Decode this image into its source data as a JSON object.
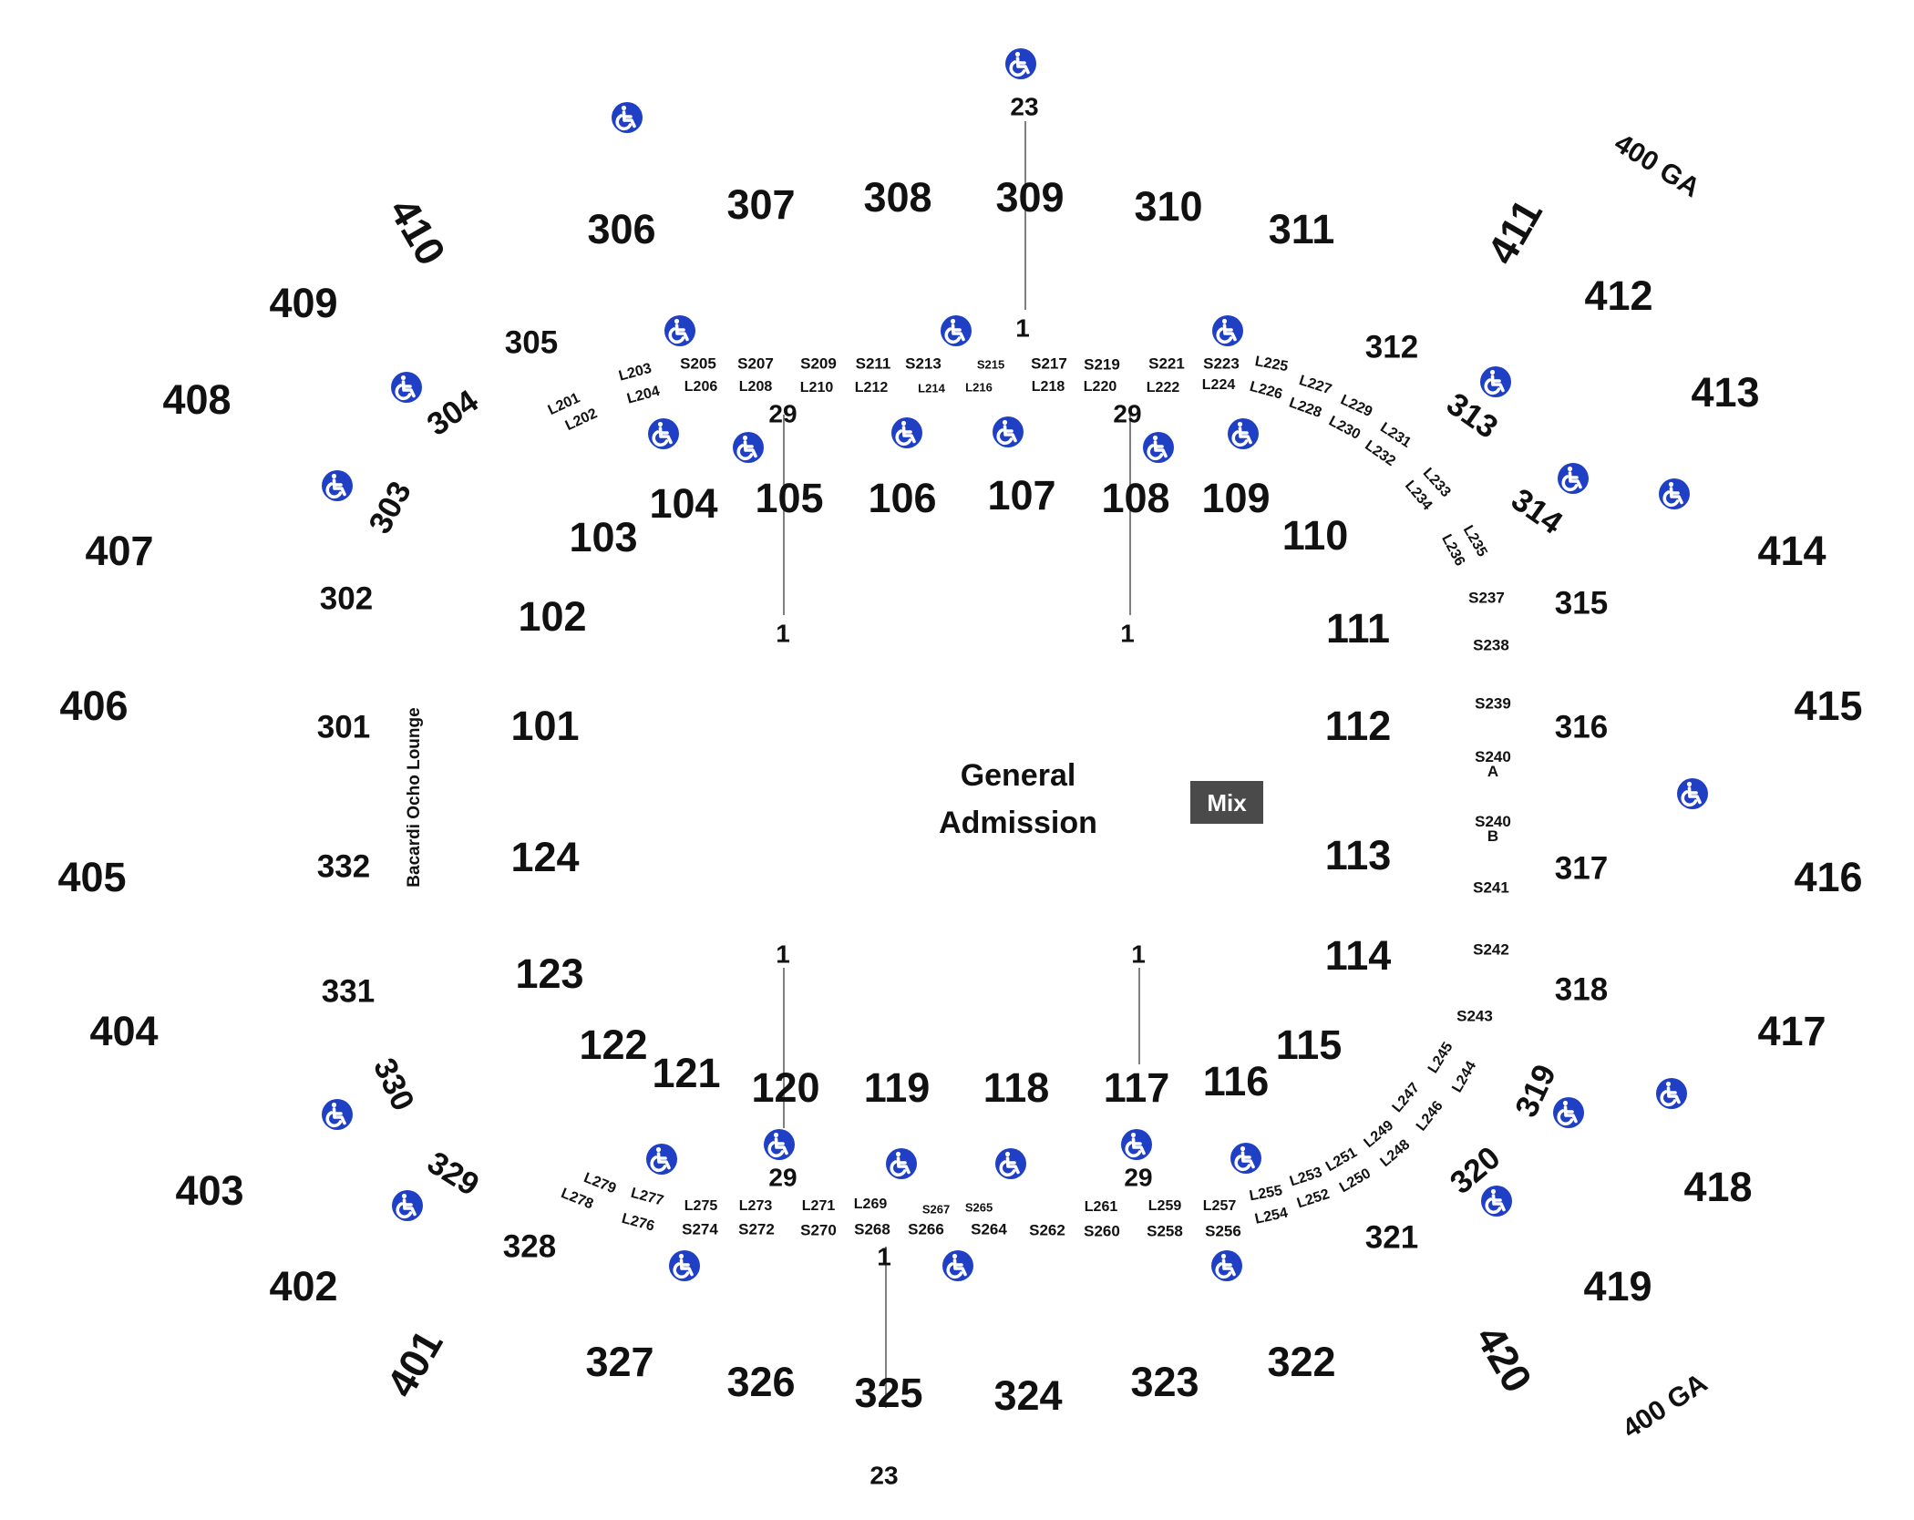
{
  "map": {
    "center_label_line1": "General",
    "center_label_line2": "Admission",
    "mix_label": "Mix",
    "lounge_label": "Bacardi Ocho Lounge",
    "ga_label": "400 GA",
    "accessible_icon": "wheelchair-icon",
    "accent_color": "#1f3fc4",
    "mix_box_color": "#4a4a4a"
  },
  "sections_100": [
    "101",
    "102",
    "103",
    "104",
    "105",
    "106",
    "107",
    "108",
    "109",
    "110",
    "111",
    "112",
    "113",
    "114",
    "115",
    "116",
    "117",
    "118",
    "119",
    "120",
    "121",
    "122",
    "123",
    "124"
  ],
  "sections_300": [
    "301",
    "302",
    "303",
    "304",
    "305",
    "306",
    "307",
    "308",
    "309",
    "310",
    "311",
    "312",
    "313",
    "314",
    "315",
    "316",
    "317",
    "318",
    "319",
    "320",
    "321",
    "322",
    "323",
    "324",
    "325",
    "326",
    "327",
    "328",
    "329",
    "330",
    "331",
    "332"
  ],
  "sections_400": [
    "401",
    "402",
    "403",
    "404",
    "405",
    "406",
    "407",
    "408",
    "409",
    "410",
    "411",
    "412",
    "413",
    "414",
    "415",
    "416",
    "417",
    "418",
    "419",
    "420"
  ],
  "suites": [
    "S205",
    "S207",
    "S209",
    "S211",
    "S213",
    "S215",
    "S217",
    "S219",
    "S221",
    "S223",
    "S237",
    "S238",
    "S239",
    "S240 A",
    "S240 B",
    "S241",
    "S242",
    "S243",
    "S256",
    "S258",
    "S260",
    "S262",
    "S264",
    "S265",
    "S266",
    "S267",
    "S268",
    "S270",
    "S272",
    "S274"
  ],
  "loges": [
    "L201",
    "L202",
    "L203",
    "L204",
    "L206",
    "L208",
    "L210",
    "L212",
    "L214",
    "L216",
    "L218",
    "L220",
    "L222",
    "L224",
    "L225",
    "L226",
    "L227",
    "L228",
    "L229",
    "L230",
    "L231",
    "L232",
    "L233",
    "L234",
    "L235",
    "L236",
    "L244",
    "L245",
    "L246",
    "L247",
    "L248",
    "L249",
    "L250",
    "L251",
    "L252",
    "L253",
    "L254",
    "L255",
    "L257",
    "L259",
    "L261",
    "L269",
    "L271",
    "L273",
    "L275",
    "L276",
    "L277",
    "L278",
    "L279"
  ],
  "row_markers": [
    "23",
    "1",
    "29",
    "29",
    "1",
    "1",
    "1",
    "1",
    "29",
    "29",
    "1",
    "23"
  ]
}
